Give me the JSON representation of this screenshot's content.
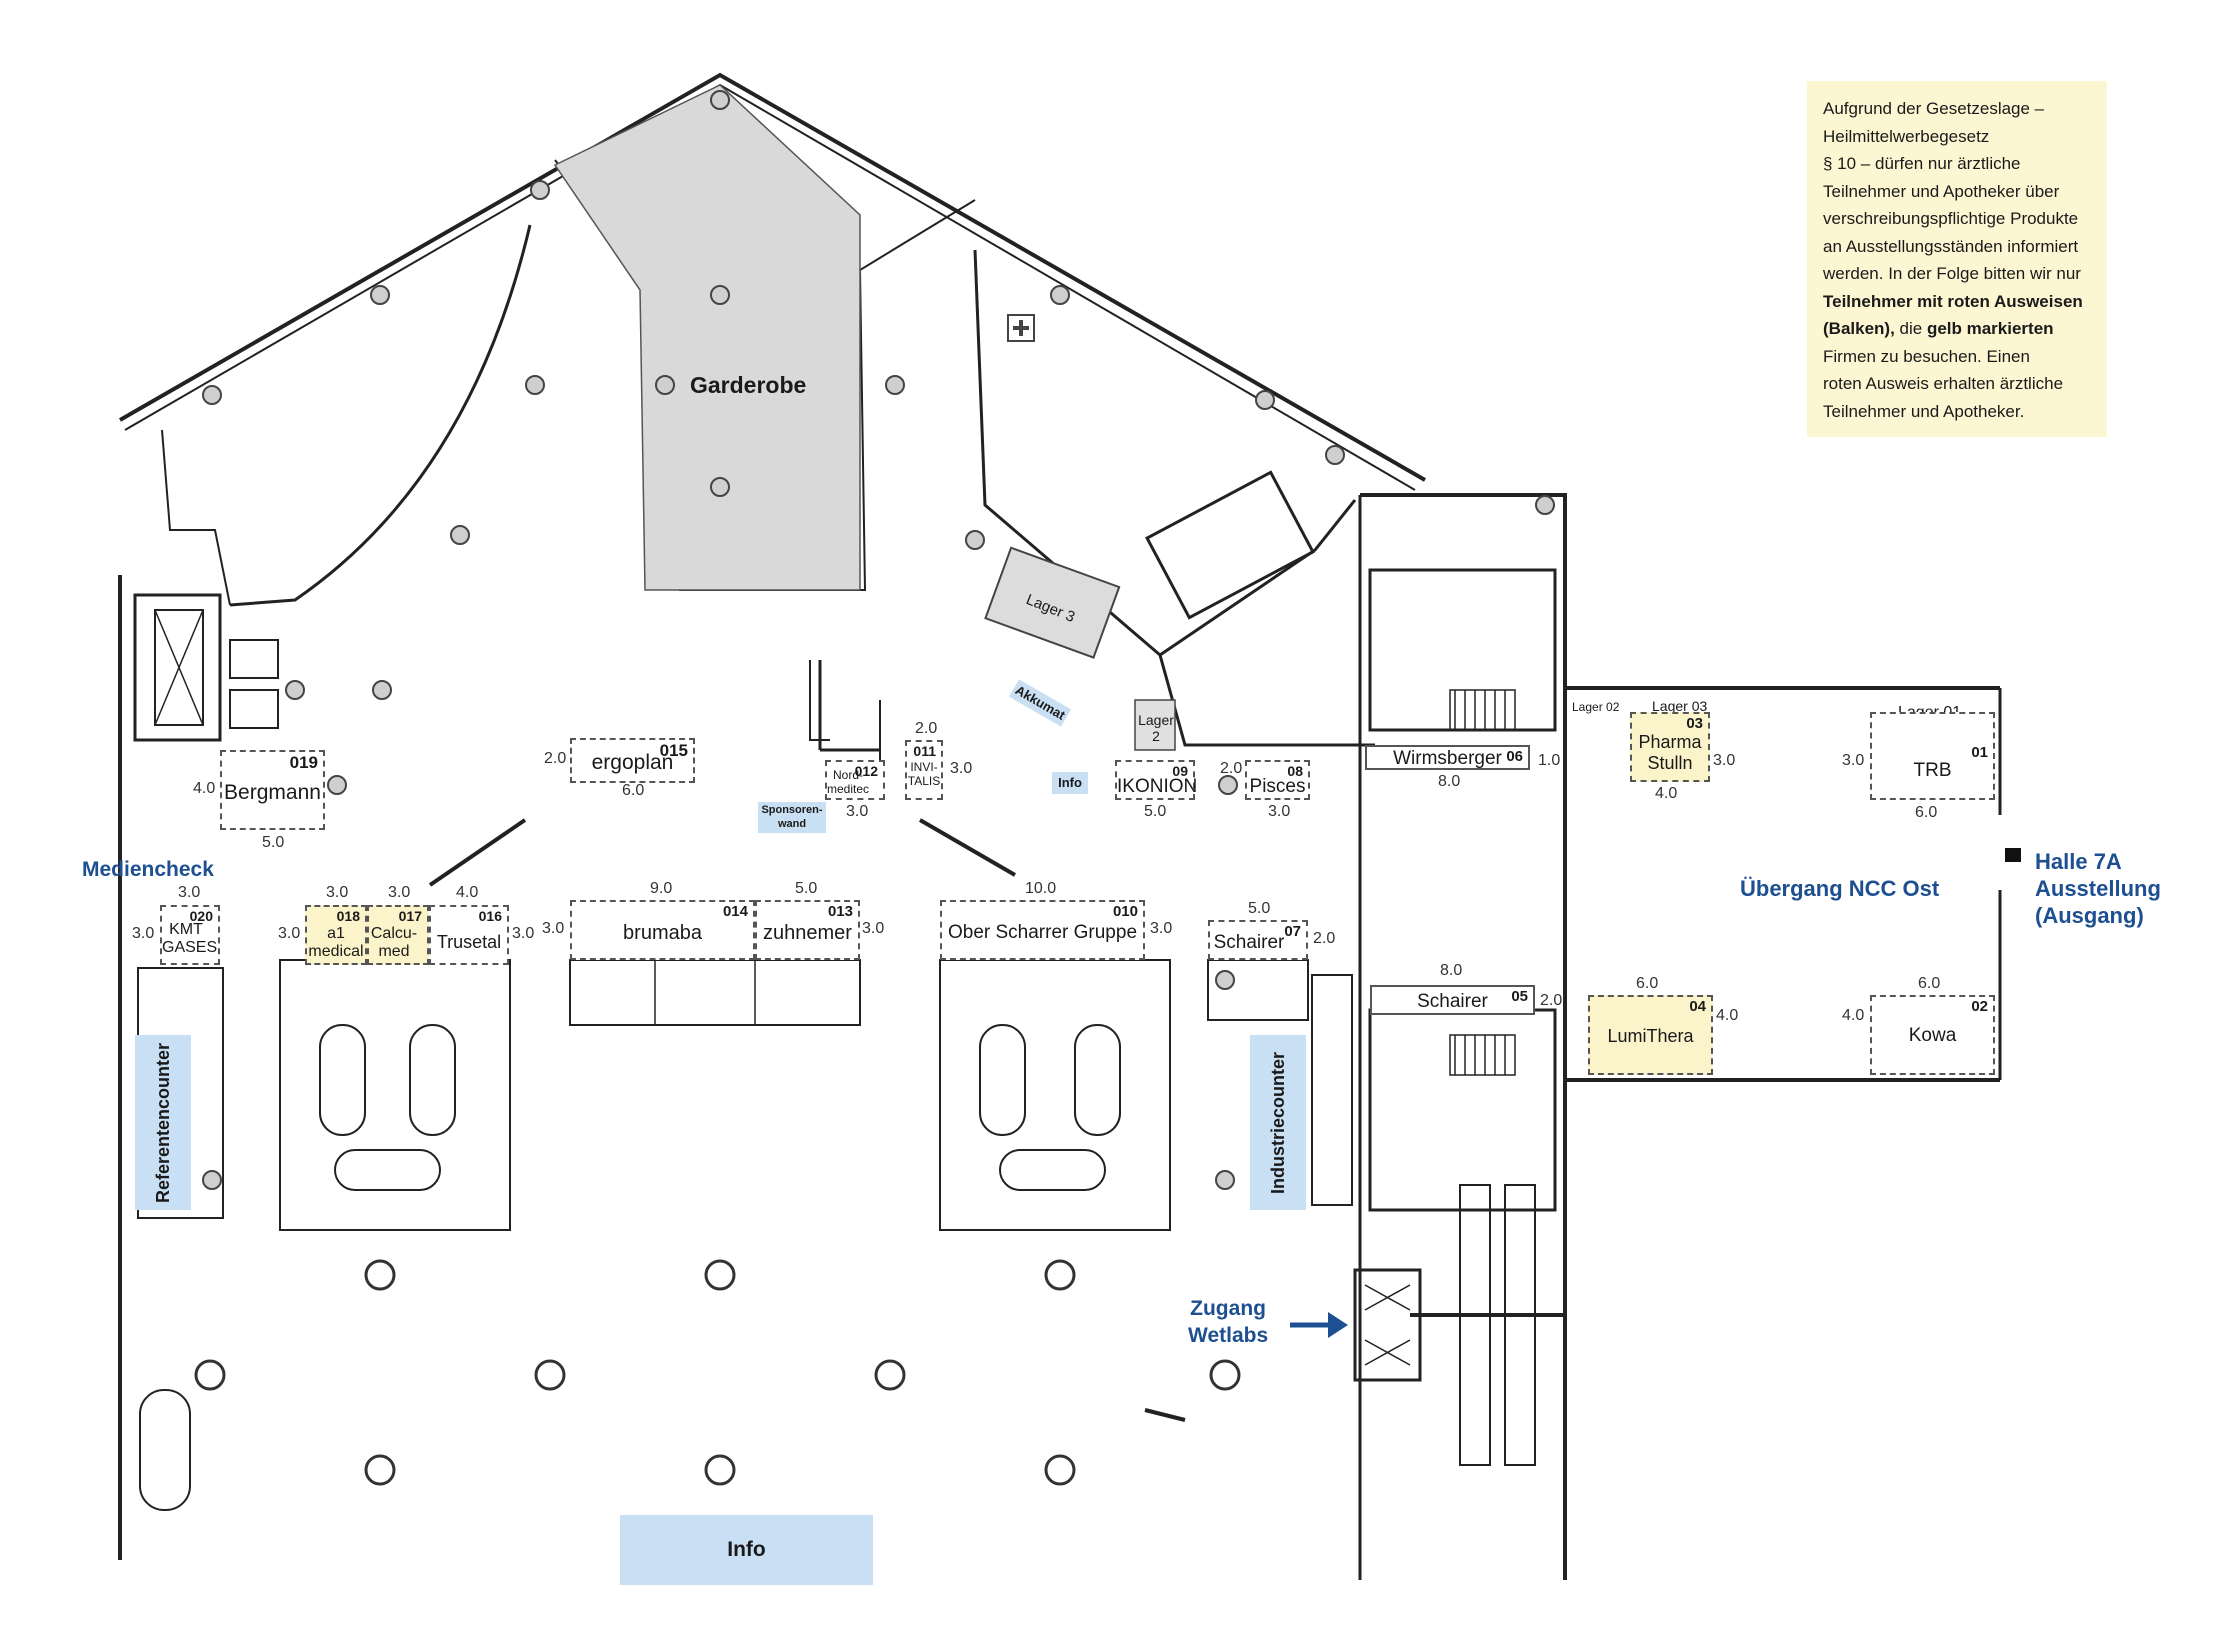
{
  "notice": {
    "l1": "Aufgrund der Gesetzeslage –",
    "l2": "Heilmittelwerbegesetz",
    "l3": "§ 10 – dürfen nur ärztliche",
    "l4": "Teilnehmer und Apotheker über",
    "l5": "verschreibungspflichtige Produkte",
    "l6": "an Ausstellungsständen informiert",
    "l7": "werden. In der Folge bitten wir nur",
    "l8": "Teilnehmer mit roten Ausweisen",
    "l9a": "(Balken),",
    "l9b": " die ",
    "l9c": "gelb markierten",
    "l10": "Firmen zu besuchen. Einen",
    "l11": "roten Ausweis erhalten ärztliche",
    "l12": "Teilnehmer und Apotheker."
  },
  "labels": {
    "garderobe": "Garderobe",
    "lager3": "Lager 3",
    "lager2": "Lager 2",
    "lager02": "Lager 02",
    "lager03": "Lager 03",
    "lager01": "Lager 01",
    "akkumat": "Akkumat",
    "info_small": "Info",
    "sponsorenwand": "Sponsoren-wand",
    "mediencheck": "Mediencheck",
    "referentencounter": "Referentencounter",
    "industriecounter": "Industriecounter",
    "zugang": "Zugang",
    "wetlabs": "Wetlabs",
    "uebergang": "Übergang NCC Ost",
    "halle1": "Halle 7A",
    "halle2": "Ausstellung",
    "halle3": "(Ausgang)",
    "info_big": "Info",
    "dim_10": "1.0"
  },
  "booths": [
    {
      "id": "019",
      "name": "Bergmann",
      "w": "5.0",
      "d": "4.0"
    },
    {
      "id": "015",
      "name": "ergoplan",
      "w": "6.0",
      "d": "2.0"
    },
    {
      "id": "012",
      "name": "Nord-meditec",
      "w": "3.0"
    },
    {
      "id": "011",
      "name": "INVI-TALIS",
      "w": "2.0",
      "d": "3.0"
    },
    {
      "id": "09",
      "name": "IKONION",
      "w": "5.0"
    },
    {
      "id": "08",
      "name": "Pisces",
      "w": "3.0",
      "d": "2.0"
    },
    {
      "id": "06",
      "name": "Wirmsberger",
      "w": "8.0"
    },
    {
      "id": "03",
      "name": "Pharma Stulln",
      "w": "4.0",
      "d": "3.0"
    },
    {
      "id": "01",
      "name": "TRB",
      "w": "6.0",
      "d": "3.0"
    },
    {
      "id": "020",
      "name": "KMT GASES",
      "w": "3.0",
      "d": "3.0"
    },
    {
      "id": "018",
      "name": "a1 medical",
      "w": "3.0",
      "d": "3.0"
    },
    {
      "id": "017",
      "name": "Calcu-med",
      "w": "3.0"
    },
    {
      "id": "016",
      "name": "Trusetal",
      "w": "4.0",
      "d": "3.0"
    },
    {
      "id": "014",
      "name": "brumaba",
      "w": "9.0",
      "d": "3.0"
    },
    {
      "id": "013",
      "name": "zuhnemer",
      "w": "5.0",
      "d": "3.0"
    },
    {
      "id": "010",
      "name": "Ober Scharrer Gruppe",
      "w": "10.0",
      "d": "3.0"
    },
    {
      "id": "07",
      "name": "Schairer",
      "w": "5.0",
      "d": "2.0"
    },
    {
      "id": "05",
      "name": "Schairer",
      "w": "8.0",
      "d": "2.0"
    },
    {
      "id": "04",
      "name": "LumiThera",
      "w": "6.0",
      "d": "4.0"
    },
    {
      "id": "02",
      "name": "Kowa",
      "w": "6.0",
      "d": "4.0"
    }
  ]
}
